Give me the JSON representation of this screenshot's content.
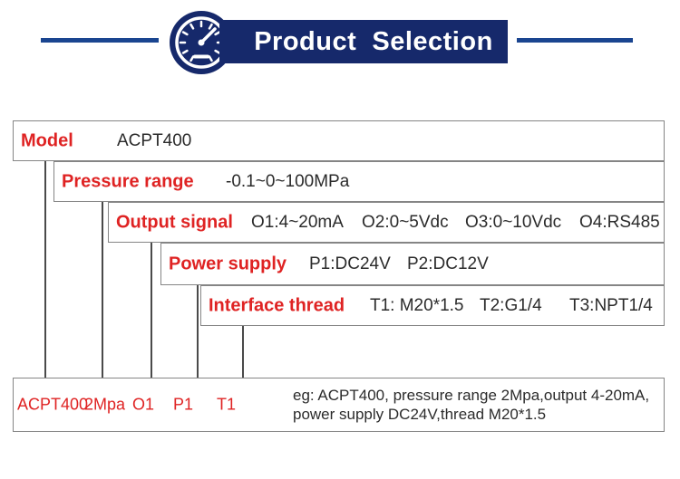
{
  "header": {
    "title": "Product  Selection"
  },
  "icons": {
    "gauge": "pressure-gauge-icon"
  },
  "selection": {
    "rows": [
      {
        "label": "Model",
        "values": [
          "ACPT400"
        ]
      },
      {
        "label": "Pressure range",
        "values": [
          "-0.1~0~100MPa"
        ]
      },
      {
        "label": "Output signal",
        "values": [
          "O1:4~20mA",
          "O2:0~5Vdc",
          "O3:0~10Vdc",
          "O4:RS485"
        ]
      },
      {
        "label": "Power supply",
        "values": [
          "P1:DC24V",
          "P2:DC12V"
        ]
      },
      {
        "label": "Interface thread",
        "values": [
          "T1: M20*1.5",
          "T2:G1/4",
          "T3:NPT1/4"
        ]
      }
    ]
  },
  "example": {
    "codes": [
      "ACPT400",
      "2Mpa",
      "O1",
      "P1",
      "T1"
    ],
    "description": [
      "eg: ACPT400, pressure range 2Mpa,output 4-20mA,",
      "power supply DC24V,thread M20*1.5"
    ]
  },
  "colors": {
    "banner_navy": "#16296b",
    "line_navy": "#1a4590",
    "accent_red": "#df2323",
    "border_gray": "#858585",
    "connector_gray": "#4a4a4a",
    "text_dark": "#2b2b2b"
  }
}
